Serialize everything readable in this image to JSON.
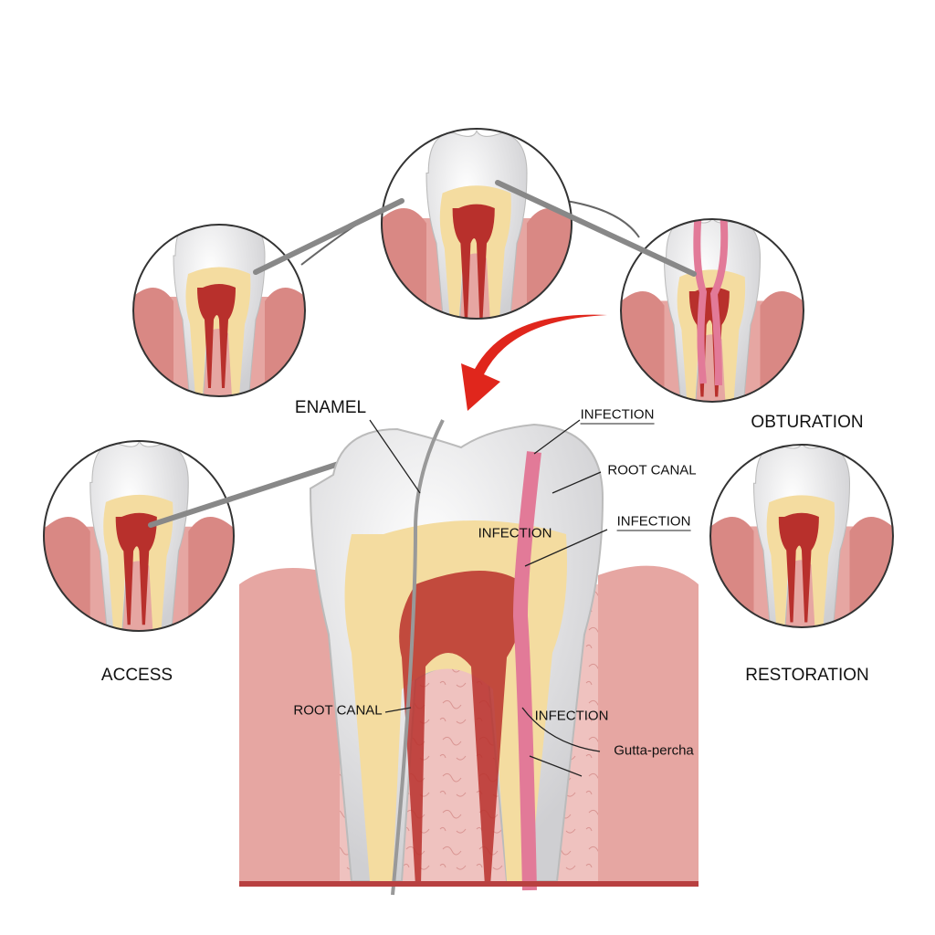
{
  "labels": {
    "enamel": "ENAMEL",
    "infection_top": "INFECTION",
    "obturation": "OBTURATION",
    "root_canal_right": "ROOT CANAL",
    "infection_crown": "INFECTION",
    "infection_right": "INFECTION",
    "access": "ACCESS",
    "restoration": "RESTORATION",
    "root_canal_left": "ROOT CANAL",
    "infection_root": "INFECTION",
    "gutta_percha": "Gutta-percha"
  },
  "colors": {
    "gum": "#e3a3a0",
    "gum_dark": "#c86f6e",
    "enamel": "#f2f2f2",
    "dentin": "#f4dca0",
    "pulp": "#b8302c",
    "gutta_percha": "#e27a98",
    "arrow": "#e0261c"
  }
}
